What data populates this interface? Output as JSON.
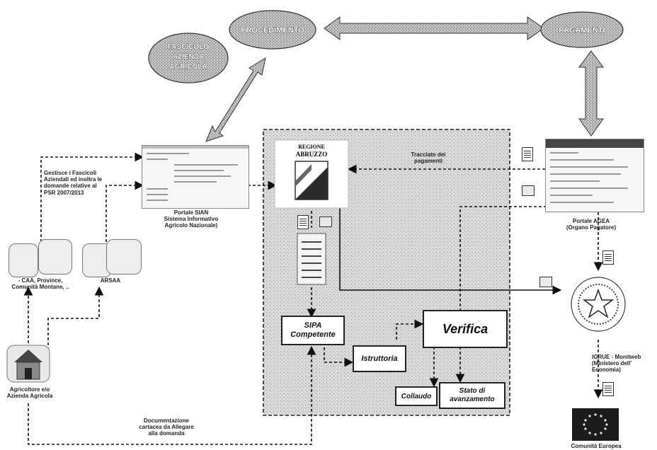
{
  "nodes": {
    "procedimento": "PROCEDIMENTO",
    "pagamenti": "PAGAMENTI",
    "fascicolo": [
      "FASCICOLO",
      "AZIENDA",
      "AGRICOLA"
    ]
  },
  "labels": {
    "gestisce": [
      "Gestisce i Fascicoli",
      "Aziendali ed inoltra le",
      "domande relative al",
      "PSR 2007/2013"
    ],
    "portale_sian": [
      "Portale SIAN",
      "Sistema Informativo",
      "Agricolo Nazionale)"
    ],
    "regione": [
      "REGIONE",
      "ABRUZZO"
    ],
    "tracciato": [
      "Tracciato dei",
      "pagamenti"
    ],
    "portale_agea": [
      "Portale AGEA",
      "(Organo Pagatore)"
    ],
    "caa": [
      "- CAA, Province,",
      "Comunità Montane, .."
    ],
    "arsaa": "ARSAA",
    "agricoltore": [
      "Agricoltore e/o",
      "Azienda Agricola"
    ],
    "documentazione": [
      "Documentazione",
      "cartacea da Allegare",
      "alla domanda"
    ],
    "igrue": [
      "IGRUE - Monitweb",
      "(Ministero dell'",
      "Economia)"
    ],
    "comunita": "Comunità Europea"
  },
  "boxes": {
    "sipa": [
      "SIPA",
      "Competente"
    ],
    "istruttoria": "Istruttoria",
    "verifica": "Verifica",
    "collaudo": "Collaudo",
    "stato": [
      "Stato di",
      "avanzamento"
    ]
  }
}
